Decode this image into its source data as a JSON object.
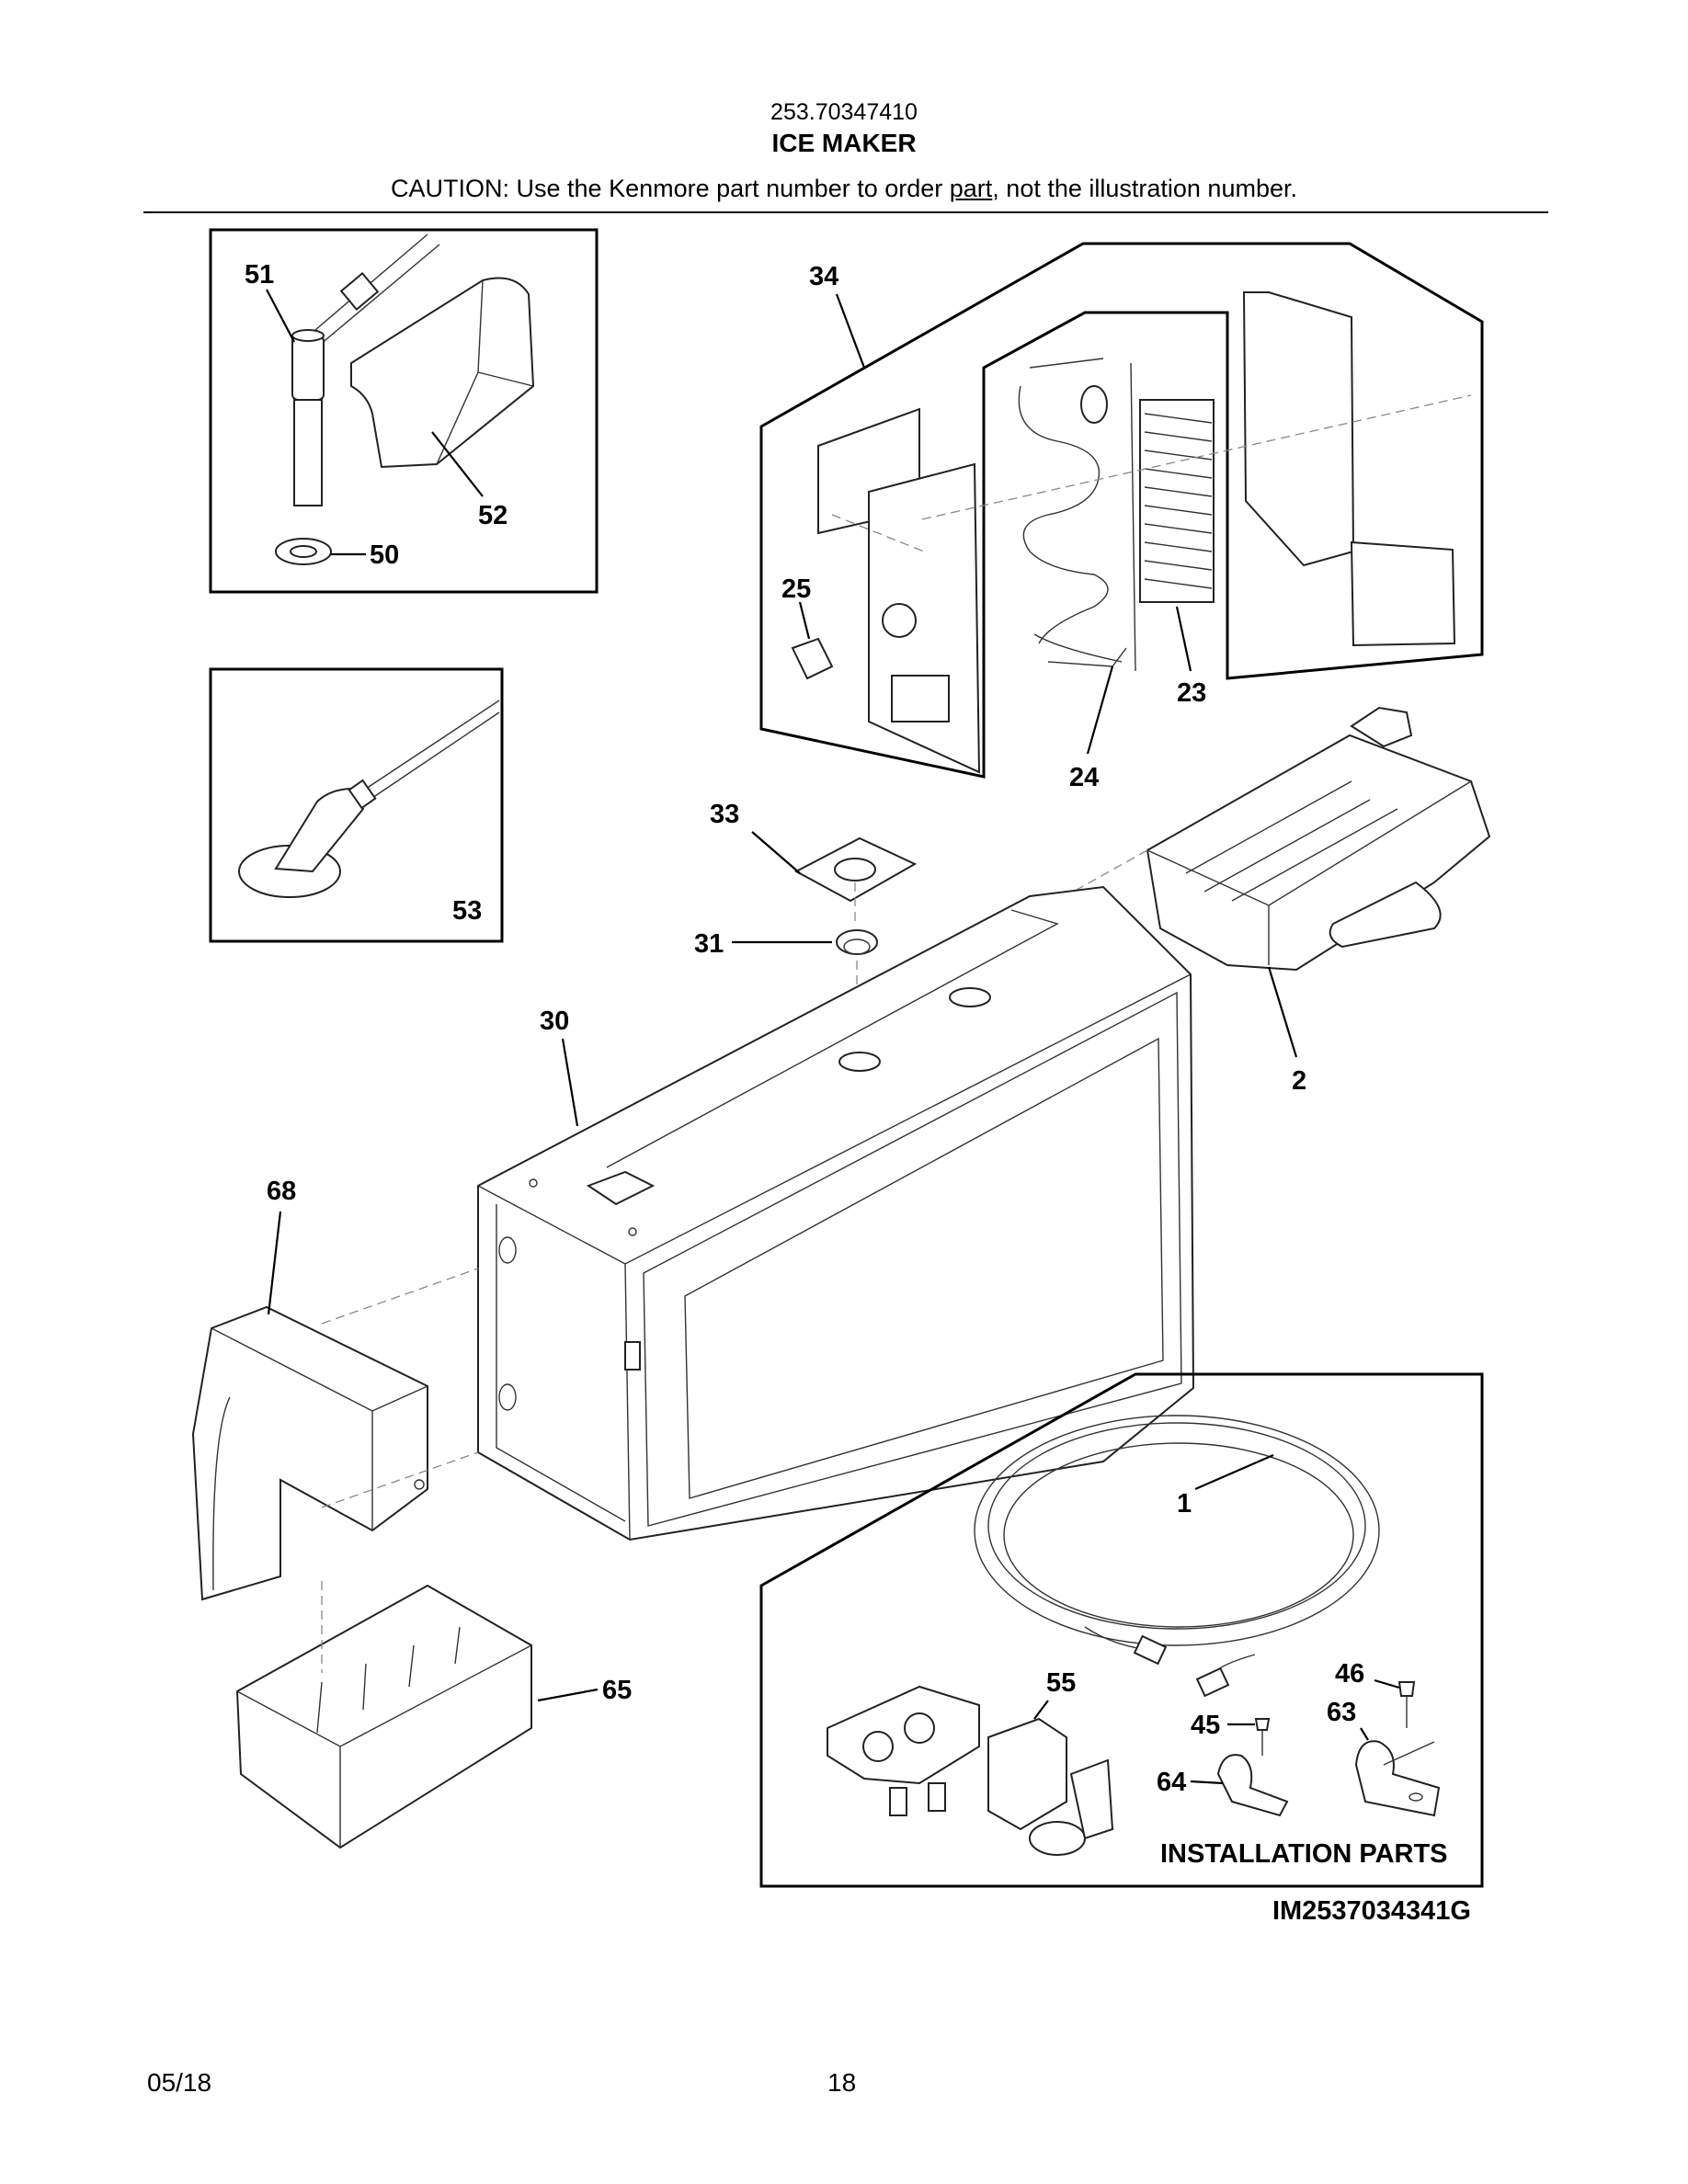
{
  "header": {
    "model_number": "253.70347410",
    "title": "ICE MAKER",
    "caution_prefix": "CAUTION: Use the Kenmore part number to order ",
    "caution_underlined": "part",
    "caution_suffix": ", not the illustration number."
  },
  "callouts": {
    "c51": "51",
    "c52": "52",
    "c50": "50",
    "c53": "53",
    "c34": "34",
    "c25": "25",
    "c23": "23",
    "c24": "24",
    "c33": "33",
    "c31": "31",
    "c30": "30",
    "c2": "2",
    "c68": "68",
    "c65": "65",
    "c1": "1",
    "c55": "55",
    "c46": "46",
    "c45": "45",
    "c63": "63",
    "c64": "64"
  },
  "installation_label": "INSTALLATION PARTS",
  "diagram_id": "IM2537034341G",
  "footer": {
    "date": "05/18",
    "page": "18"
  }
}
